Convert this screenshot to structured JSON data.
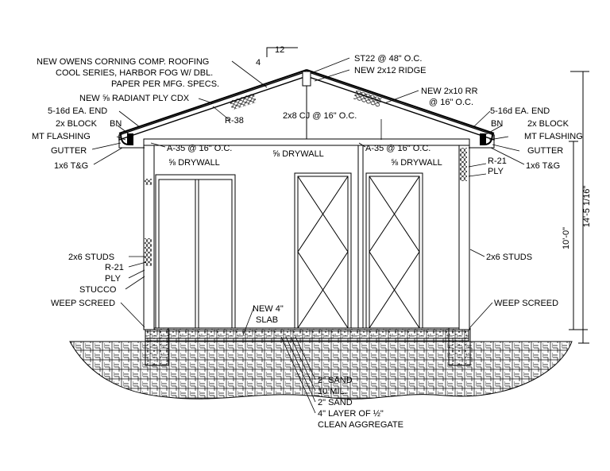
{
  "slope": {
    "rise": "4",
    "run": "12"
  },
  "labels": {
    "roofing1": "NEW OWENS CORNING COMP. ROOFING",
    "roofing2": "COOL SERIES, HARBOR FOG W/ DBL.",
    "roofing3": "PAPER PER MFG. SPECS.",
    "radiant_ply": "NEW ⅝ RADIANT PLY CDX",
    "st22": "ST22 @ 48\" O.C.",
    "ridge": "NEW 2x12 RIDGE",
    "rr1": "NEW 2x10 RR",
    "rr2": "@ 16\" O.C.",
    "nail_l": "5-16d EA. END",
    "nail_r": "5-16d EA. END",
    "block_l": "2x BLOCK",
    "block_r": "2x BLOCK",
    "bn_l": "BN",
    "bn_r": "BN",
    "r38": "R-38",
    "cj": "2x8 CJ @ 16\" O.C.",
    "flash_l": "MT FLASHING",
    "flash_r": "MT FLASHING",
    "gutter_l": "GUTTER",
    "gutter_r": "GUTTER",
    "tg_l": "1x6 T&G",
    "tg_r": "1x6 T&G",
    "a35_l": "A-35 @ 16\" O.C.",
    "a35_r": "A-35 @ 16\" O.C.",
    "dry_l": "⅝ DRYWALL",
    "dry_c": "⅝ DRYWALL",
    "dry_r": "⅝ DRYWALL",
    "r21_r": "R-21",
    "ply_r": "PLY",
    "studs_l": "2x6 STUDS",
    "r21_l": "R-21",
    "ply_l": "PLY",
    "stucco": "STUCCO",
    "weep_l": "WEEP SCREED",
    "weep_r": "WEEP SCREED",
    "studs_r": "2x6 STUDS",
    "slab1": "NEW 4\"",
    "slab2": "SLAB",
    "sand1": "2\" SAND",
    "mil": "10 MIL.",
    "sand2": "2\" SAND",
    "agg1": "4\" LAYER OF ½\"",
    "agg2": "CLEAN AGGREGATE"
  },
  "dimensions": {
    "wall_height": "10'-0\"",
    "overall_height": "14'-5 1/16\""
  }
}
